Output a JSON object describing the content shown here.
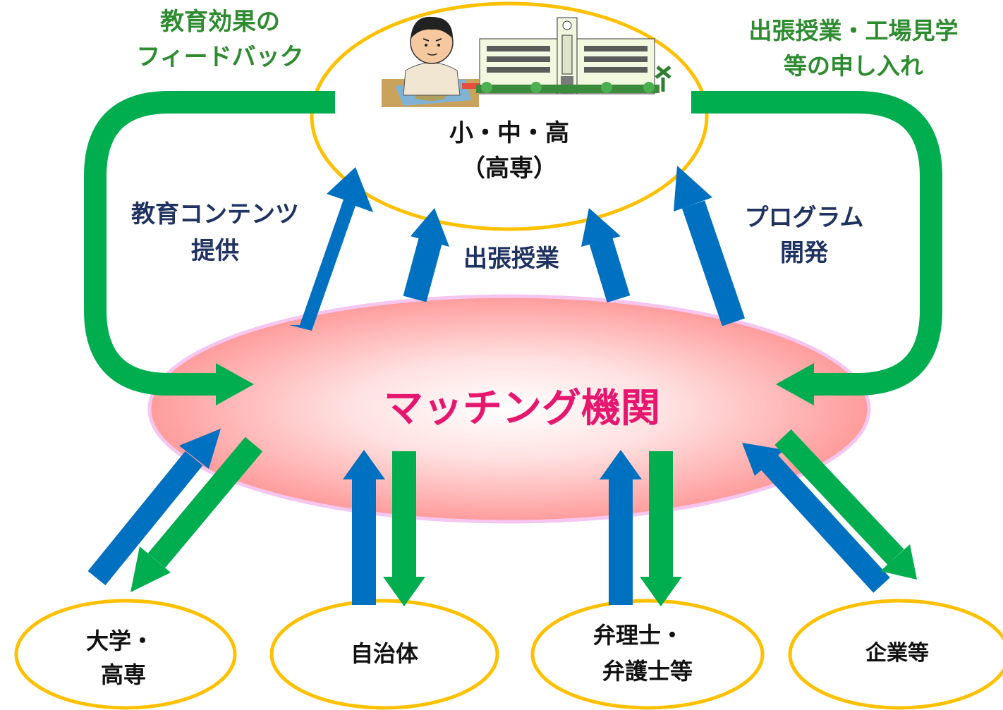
{
  "colors": {
    "green": "#00ad4f",
    "blue": "#0070c0",
    "gold": "#ffc000",
    "pink_center": "#ff9b9b",
    "magenta_text": "#e6176f"
  },
  "school": {
    "title": "小・中・高",
    "subtitle": "（高専）"
  },
  "center": {
    "label": "マッチング機関"
  },
  "top_left_label": {
    "line1": "教育効果の",
    "line2": "フィードバック"
  },
  "top_right_label": {
    "line1": "出張授業・工場見学",
    "line2": "等の申し入れ"
  },
  "mid_left_label": {
    "line1": "教育コンテンツ",
    "line2": "提供"
  },
  "mid_center_label": "出張授業",
  "mid_right_label": {
    "line1": "プログラム",
    "line2": "開発"
  },
  "bottom_nodes": [
    {
      "line1": "大学・",
      "line2": "高専"
    },
    {
      "line1": "自治体"
    },
    {
      "line1": "弁理士・",
      "line2": "弁護士等"
    },
    {
      "line1": "企業等"
    }
  ]
}
